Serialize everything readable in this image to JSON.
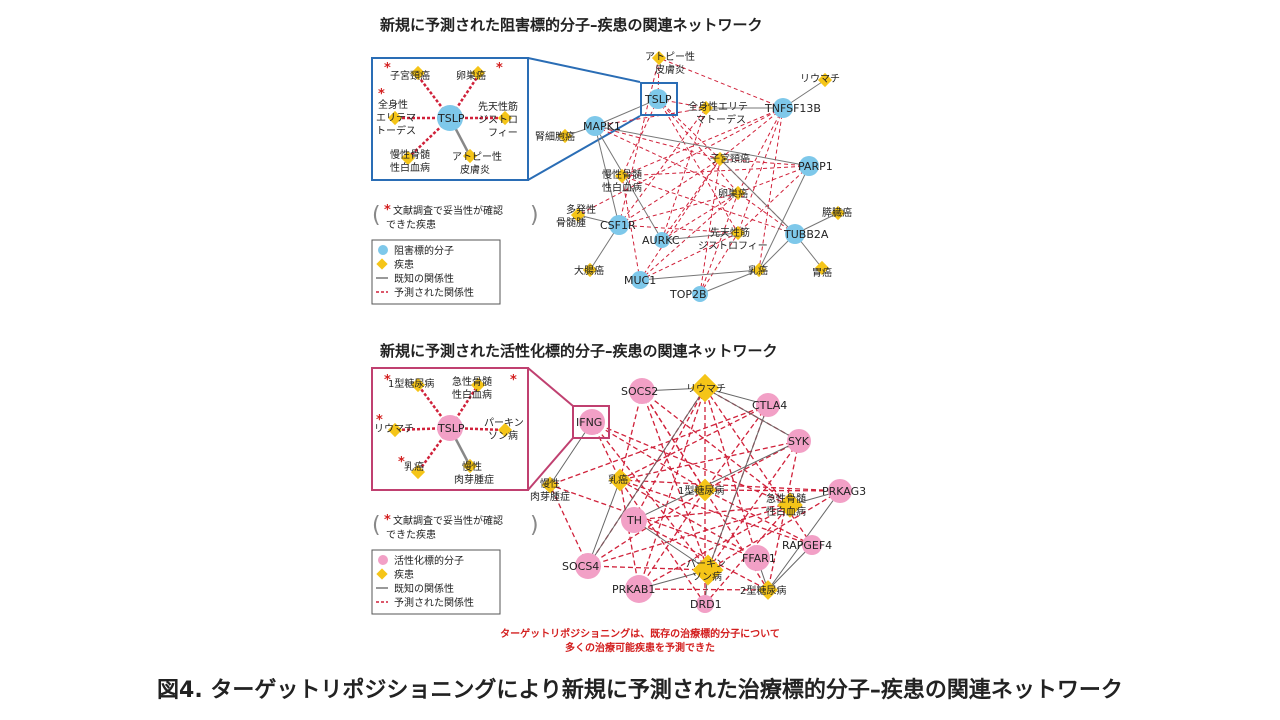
{
  "top": {
    "title": "新規に予測された阻害標的分子–疾患の関連ネットワーク",
    "inset": {
      "center": "TSLP",
      "diseases": [
        "子宮頸癌",
        "卵巣癌",
        "全身性",
        "エリテマ",
        "トーデス",
        "先天性筋",
        "ジストロ",
        "フィー",
        "慢性骨髄",
        "性白血病",
        "アトピー性",
        "皮膚炎"
      ]
    },
    "footnote": [
      "文献調査で妥当性が確認",
      "できた疾患"
    ],
    "legend": [
      "阻害標的分子",
      "疾患",
      "既知の関係性",
      "予測された関係性"
    ],
    "molecules": [
      "TSLP",
      "MAPK1",
      "TNFSF13B",
      "PARP1",
      "CSF1R",
      "AURKC",
      "TUBB2A",
      "MUC1",
      "TOP2B"
    ],
    "diseases": [
      "アトピー性",
      "皮膚炎",
      "リウマチ",
      "全身性エリテ",
      "マトーデス",
      "腎細胞癌",
      "子宮頸癌",
      "慢性骨髄",
      "性白血病",
      "卵巣癌",
      "多発性",
      "骨髄腫",
      "膵臓癌",
      "先天性筋",
      "ジストロフィー",
      "大腸癌",
      "乳癌",
      "胃癌"
    ]
  },
  "bottom": {
    "title": "新規に予測された活性化標的分子–疾患の関連ネットワーク",
    "inset": {
      "center": "TSLP",
      "diseases": [
        "1型糖尿病",
        "急性骨髄",
        "性白血病",
        "リウマチ",
        "パーキン",
        "ソン病",
        "乳癌",
        "慢性",
        "肉芽腫症"
      ]
    },
    "footnote": [
      "文献調査で妥当性が確認",
      "できた疾患"
    ],
    "legend": [
      "活性化標的分子",
      "疾患",
      "既知の関係性",
      "予測された関係性"
    ],
    "molecules": [
      "IFNG",
      "SOCS2",
      "CTLA4",
      "SYK",
      "PRKAG3",
      "RAPGEF4",
      "TH",
      "FFAR1",
      "SOCS4",
      "PRKAB1",
      "DRD1"
    ],
    "diseases": [
      "リウマチ",
      "慢性",
      "肉芽腫症",
      "乳癌",
      "1型糖尿病",
      "急性骨髄",
      "性白血病",
      "パーキン",
      "ソン病",
      "2型糖尿病"
    ]
  },
  "note": [
    "ターゲットリポジショニングは、既存の治療標的分子について",
    "多くの治療可能疾患を予測できた"
  ],
  "caption": "図4. ターゲットリポジショニングにより新規に予測された治療標的分子–疾患の関連ネットワーク",
  "colors": {
    "inhibit": "#7ec8ea",
    "activate": "#f2a0c6",
    "disease": "#f5c518",
    "predicted": "#d0213a",
    "known": "#777777",
    "frame_top": "#2a6db5",
    "frame_bottom": "#c04070",
    "star": "#d31f1f"
  }
}
